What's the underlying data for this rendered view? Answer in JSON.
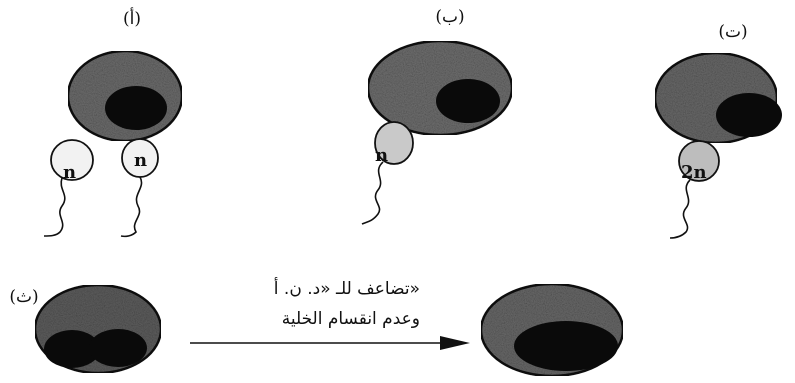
{
  "labels": {
    "a": "(أ)",
    "b": "(ب)",
    "t": "(ت)",
    "th": "(ث)"
  },
  "nuclei": {
    "a_left": "n",
    "a_right": "n",
    "b": "n",
    "t": "2n"
  },
  "arrow_text": {
    "line1": "تضاعف للـ «د. ن. أ»",
    "line2": "وعدم انقسام الخلية"
  },
  "colors": {
    "cell_fill": "#6e6e6e",
    "nucleus_fill": "#0a0a0a",
    "gamete_fill": "#f2f2f2",
    "stroke": "#111111"
  }
}
